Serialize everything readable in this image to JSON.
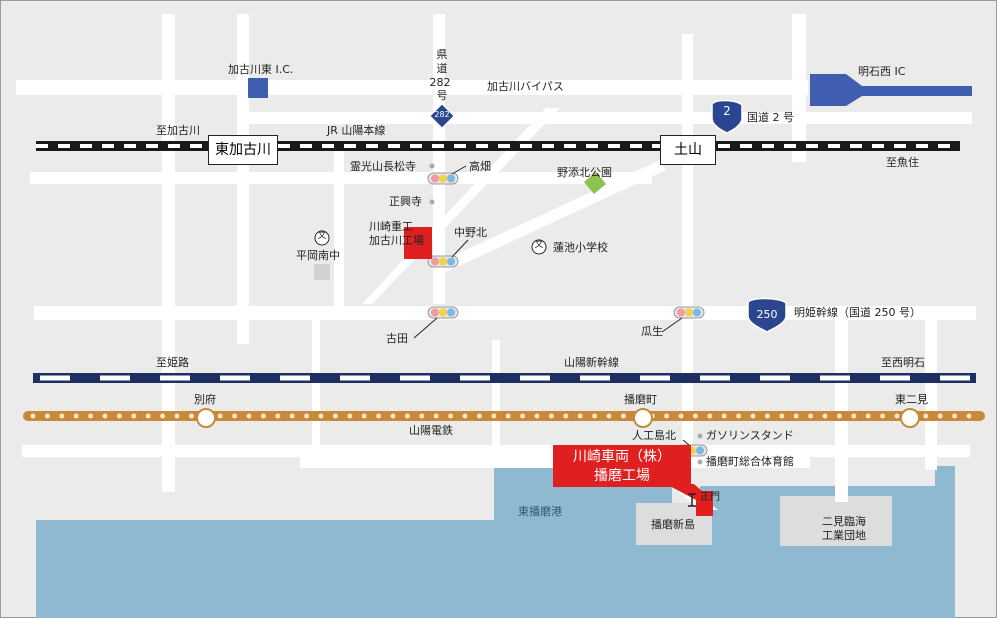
{
  "labels": {
    "kakogawa_higashi_ic": "加古川東 I.C.",
    "pref_route_v1": "県",
    "pref_route_v2": "道",
    "pref_route_v3": "282",
    "pref_route_v4": "号",
    "route282_badge": "282",
    "kakogawa_bypass": "加古川バイパス",
    "akashi_nishi_ic": "明石西 IC",
    "route2_badge": "2",
    "route2_label": "国道 2 号",
    "to_kakogawa": "至加古川",
    "jr_sanyo_line": "JR  山陽本線",
    "higashi_kakogawa_station": "東加古川",
    "tsuchiyama_station": "土山",
    "to_uozumi": "至魚住",
    "reikozan_temple": "霊光山長松寺",
    "takabata": "高畑",
    "shokoji": "正興寺",
    "nozoe_kita_park": "野添北公園",
    "kawasaki_kakogawa_1": "川崎重工",
    "kawasaki_kakogawa_2": "加古川工場",
    "nakanokita": "中野北",
    "school_mark": "文",
    "hiraoka_minami_jhs": "平岡南中",
    "hasuike_elementary": "蓮池小学校",
    "route250_badge": "250",
    "meiki_line": "明姫幹線（国道 250 号）",
    "yoshida": "古田",
    "uryu": "瓜生",
    "to_himeji": "至姫路",
    "sanyo_shinkansen": "山陽新幹線",
    "to_nishiakashi": "至西明石",
    "befu_station": "別府",
    "harimacho_station": "播磨町",
    "higashi_futami_station": "東二見",
    "sanyo_railway": "山陽電鉄",
    "jinkojima_kita": "人工島北",
    "gas_station": "ガソリンスタンド",
    "harimacho_gym": "播磨町総合体育館",
    "factory_line1": "川崎車両（株）",
    "factory_line2": "播磨工場",
    "main_gate": "正門",
    "higashi_harima_port": "東播磨港",
    "harima_shinjima": "播磨新島",
    "futami_rinkai_1": "二見臨海",
    "futami_rinkai_2": "工業団地"
  },
  "colors": {
    "background": "#ebebeb",
    "road": "#ffffff",
    "sea": "#8fb8d1",
    "rail": "#1a1a1a",
    "shinkansen": "#1e2f63",
    "sanyo_railway": "#c8893a",
    "factory": "#e02020",
    "interchange": "#3f5eb0",
    "route_badge": "#2a4691",
    "park": "#8dc150",
    "landfill": "#dddddd"
  }
}
